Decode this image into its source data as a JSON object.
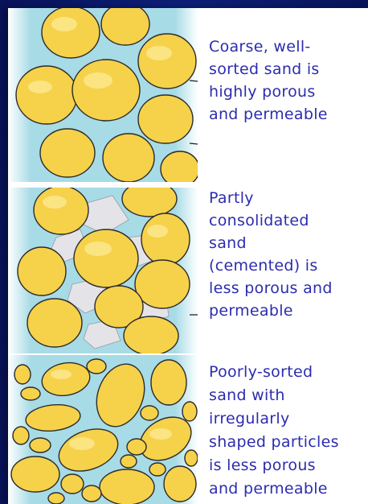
{
  "colors": {
    "background": "#0a1560",
    "card": "#ffffff",
    "pore_water": "#a7dbe6",
    "grain": "#f6d14a",
    "cement": "#e4e4e8",
    "caption_text": "#2c2cb0"
  },
  "panels": [
    {
      "caption": "Coarse, well-\nsorted sand is\nhighly porous\nand permeable"
    },
    {
      "caption": "Partly\nconsolidated\nsand\n(cemented) is\nless porous and\npermeable"
    },
    {
      "caption": "Poorly-sorted\nsand with\nirregularly\nshaped particles\nis less porous\nand permeable"
    }
  ]
}
